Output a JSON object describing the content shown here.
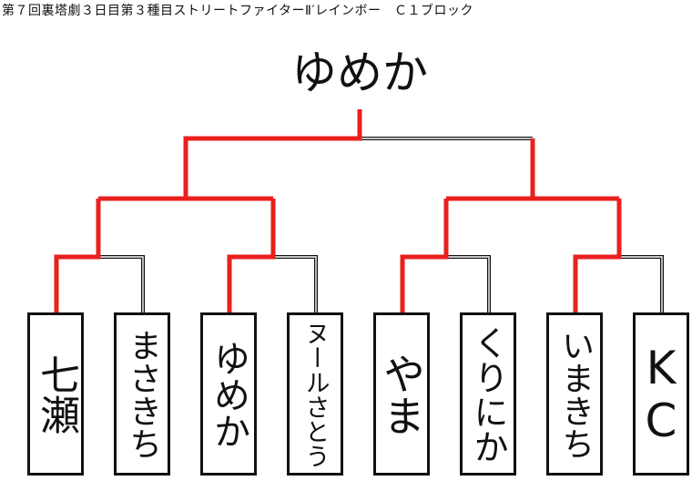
{
  "title": "第７回裏塔劇３日目第３種目ストリートファイターⅡ′レインボー　Ｃ１ブロック",
  "champion": "ゆめか",
  "players": [
    "七瀬",
    "まさきち",
    "ゆめか",
    "ヌールさとう",
    "やま",
    "くりにか",
    "いまきち",
    "KC"
  ],
  "colors": {
    "winner_line": "#e8201e",
    "loser_line": "#111111"
  }
}
